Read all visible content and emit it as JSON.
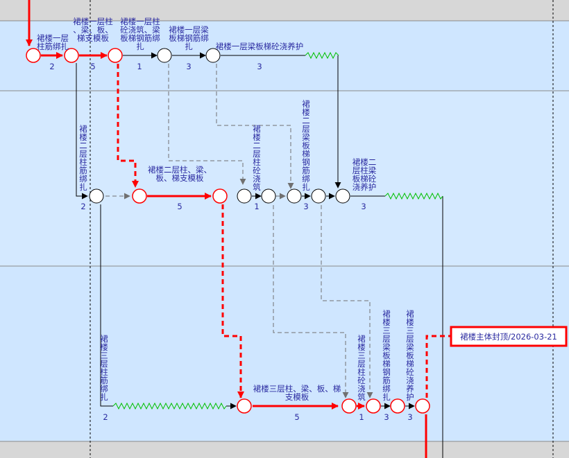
{
  "colors": {
    "background": "#cfe6ff",
    "band_alt": "#d6ebff",
    "critical": "#ff0000",
    "normal": "#000000",
    "dependency": "#808080",
    "float": "#00c000",
    "label": "#2a2aa0"
  },
  "activities": {
    "a1": {
      "label": "裙楼一层柱筋绑扎",
      "duration": "2"
    },
    "a2": {
      "label": "裙楼一层柱、梁、板、梯支模板",
      "duration": "5"
    },
    "a3": {
      "label": "裙楼一层柱砼浇筑、梁板梯钢筋绑扎",
      "duration": "1"
    },
    "a4": {
      "label": "裙楼一层梁板梯钢筋绑扎",
      "duration": "3"
    },
    "a5": {
      "label": "裙楼一层梁板梯砼浇养护",
      "duration": "3"
    },
    "b1": {
      "label": "裙楼二层柱筋绑扎",
      "duration": "2"
    },
    "b2": {
      "label": "裙楼二层柱、梁、板、梯支模板",
      "duration": "5"
    },
    "b3": {
      "label": "裙楼二层柱砼浇筑",
      "duration": "1"
    },
    "b4": {
      "label": "裙楼二层梁板梯钢筋绑扎",
      "duration": "3"
    },
    "b5": {
      "label": "裙楼二层柱梁板梯砼浇养护",
      "duration": "3"
    },
    "c1": {
      "label": "裙楼三层柱筋绑扎",
      "duration": "2"
    },
    "c2": {
      "label": "裙楼三层柱、梁、板、梯支模板",
      "duration": "5"
    },
    "c3": {
      "label": "裙楼三层柱砼浇筑",
      "duration": "1"
    },
    "c4": {
      "label": "裙楼三层梁板梯钢筋绑扎",
      "duration": "3"
    },
    "c5": {
      "label": "裙楼三层梁板梯砼浇养护",
      "duration": "3"
    }
  },
  "milestone": {
    "label": "裙楼主体封顶/2026-03-21"
  }
}
